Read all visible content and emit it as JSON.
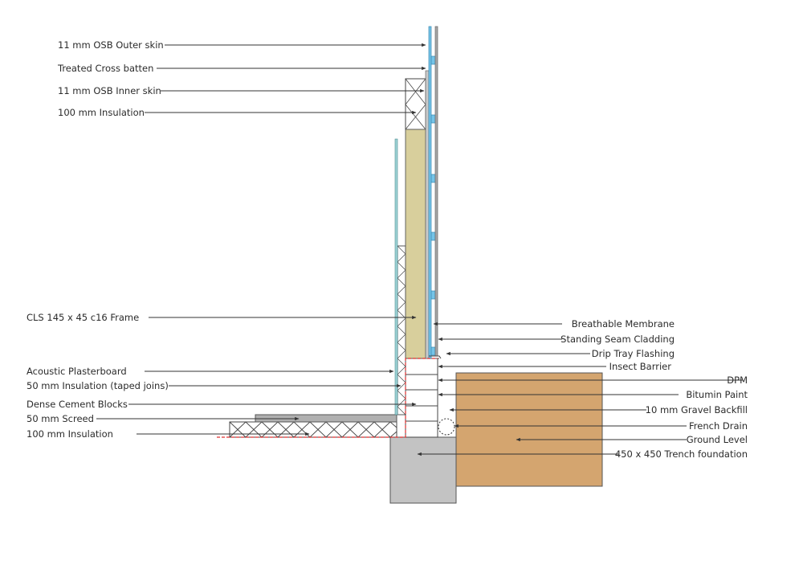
{
  "labels_left": [
    {
      "key": "osb_outer",
      "text": "11 mm OSB Outer skin"
    },
    {
      "key": "cross_batten",
      "text": "Treated Cross batten"
    },
    {
      "key": "osb_inner",
      "text": "11 mm OSB Inner skin"
    },
    {
      "key": "insulation_100_wall",
      "text": "100 mm Insulation"
    },
    {
      "key": "cls_frame",
      "text": "CLS 145 x 45 c16  Frame"
    },
    {
      "key": "acoustic_plasterboard",
      "text": "Acoustic Plasterboard"
    },
    {
      "key": "insulation_50",
      "text": "50 mm Insulation (taped joins)"
    },
    {
      "key": "dense_blocks",
      "text": "Dense Cement Blocks"
    },
    {
      "key": "screed",
      "text": "50 mm Screed"
    },
    {
      "key": "insulation_100_floor",
      "text": "100 mm Insulation"
    }
  ],
  "labels_right": [
    {
      "key": "breathable_membrane",
      "text": "Breathable Membrane"
    },
    {
      "key": "standing_seam",
      "text": "Standing Seam Cladding"
    },
    {
      "key": "drip_tray",
      "text": "Drip Tray Flashing"
    },
    {
      "key": "insect_barrier",
      "text": "Insect Barrier"
    },
    {
      "key": "dpm",
      "text": "DPM"
    },
    {
      "key": "bitumin_paint",
      "text": "Bitumin Paint"
    },
    {
      "key": "gravel_backfill",
      "text": "10 mm Gravel Backfill"
    },
    {
      "key": "french_drain",
      "text": "French Drain"
    },
    {
      "key": "ground_level",
      "text": "Ground Level"
    },
    {
      "key": "trench_foundation",
      "text": "450 x 450 Trench foundation"
    }
  ],
  "colors": {
    "line": "#333333",
    "insulation_fill": "#d8cf9c",
    "membrane_blue": "#74c4e8",
    "cladding_grey": "#a7a7a7",
    "plasterboard_teal": "#9fd3d6",
    "dpm_red": "#e03030",
    "ground_brown": "#d4a56f",
    "concrete_grey": "#c3c3c3",
    "screed_grey": "#b0b0b0"
  }
}
